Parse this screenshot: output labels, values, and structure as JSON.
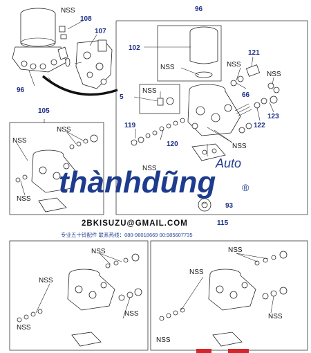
{
  "callouts": {
    "c108": "108",
    "c107": "107",
    "c96a": "96",
    "c96b": "96",
    "c102": "102",
    "c121": "121",
    "c66": "66",
    "c5": "5",
    "c123": "123",
    "c122": "122",
    "c105": "105",
    "c119": "119",
    "c120": "120",
    "c93": "93",
    "c115": "115"
  },
  "nss_label": "NSS",
  "watermark": {
    "brand_main": "thànhdũng",
    "brand_sub": "Auto",
    "registered": "®"
  },
  "contact": {
    "email": "2BKISUZU@GMAIL.COM",
    "phone_line": "专业五十铃配件 联系热线：080-96018669 00:985607735"
  },
  "colors": {
    "callout": "#1c2f86",
    "brand_blue": "#1d3c8e",
    "brand_red": "#d4262c"
  }
}
